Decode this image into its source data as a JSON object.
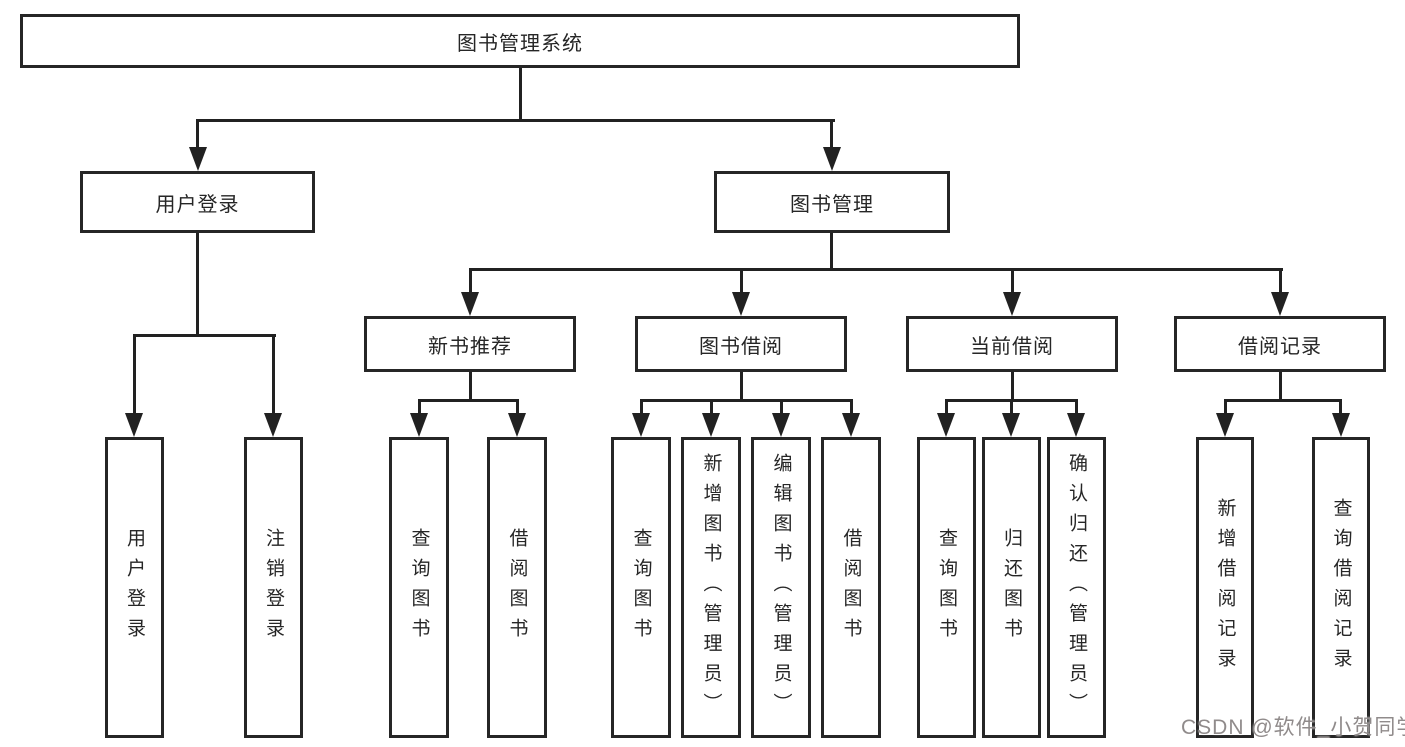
{
  "tree": {
    "label": "图书管理系统",
    "children": [
      {
        "label": "用户登录",
        "children": [
          {
            "label": "用户登录"
          },
          {
            "label": "注销登录"
          }
        ]
      },
      {
        "label": "图书管理",
        "children": [
          {
            "label": "新书推荐",
            "children": [
              {
                "label": "查询图书"
              },
              {
                "label": "借阅图书"
              }
            ]
          },
          {
            "label": "图书借阅",
            "children": [
              {
                "label": "查询图书"
              },
              {
                "label": "新增图书（管理员）"
              },
              {
                "label": "编辑图书（管理员）"
              },
              {
                "label": "借阅图书"
              }
            ]
          },
          {
            "label": "当前借阅",
            "children": [
              {
                "label": "查询图书"
              },
              {
                "label": "归还图书"
              },
              {
                "label": "确认归还（管理员）"
              }
            ]
          },
          {
            "label": "借阅记录",
            "children": [
              {
                "label": "新增借阅记录"
              },
              {
                "label": "查询借阅记录"
              }
            ]
          }
        ]
      }
    ]
  },
  "watermark": {
    "text": "CSDN @软件_小贺同学",
    "color": "#908b8b"
  },
  "colors": {
    "background": "#ffffff",
    "line": "#212121",
    "box_border": "#262626",
    "text": "#262626"
  }
}
